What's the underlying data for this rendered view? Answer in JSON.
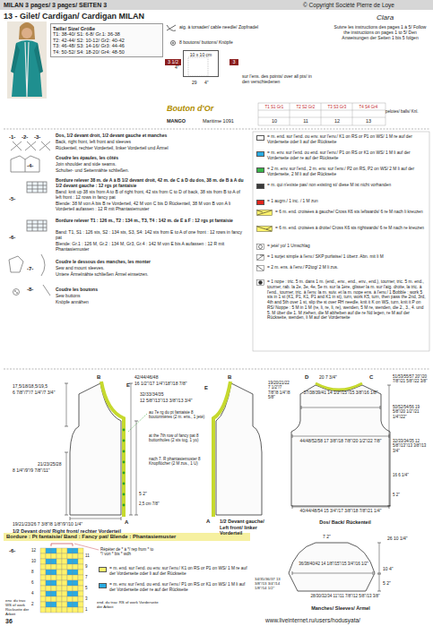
{
  "diagram": {
    "title": "13 - Gilet/ Cardigan/ Cardigan MILAN",
    "nodes": [
      {
        "text": [
          "Taille/ Size/ Größe",
          "T1: 38-40/ S1: 6-8/ Gr.1: 36-38",
          "T2: 42-44/ S2: 10-12/ Gr2: 40-42",
          "T3: 46-48/ S3: 14-16/ Gr3: 44-46",
          "T4: 50-52/ S4: 18-20/ Gr4: 48-50"
        ]
      },
      {
        "text": [
          "10 x 10 cm"
        ]
      },
      {
        "text": [
          "Bordure : Pt fantaisie/ Band : Fancy pat/ Blende : Phantasiemuster"
        ]
      }
    ],
    "labels": [
      "MILAN 3 pages/ 3 pages/ SEITEN 3",
      "© Copyright Société Pierre de Loye",
      "Clara",
      "Suivre les instructions des pages 1 à 5/ Follow the instructions on pages 1 to 5/ Den Anweisungen der Seiten 1 bis 5 folgen",
      "aig. à torsader/ cable needle/ Zopfnadel",
      "8 boutons/ buttons/ Knöpfe",
      "3 1/2",
      "3",
      "4\"",
      "29",
      "4\"",
      "sur l'ens. des points/ over all pts/ in den verschiedenen",
      "Bouton d'Or",
      "MANGO",
      "Maritime 1091",
      "T1 S1 Gr1",
      "T2 S2 Gr2",
      "T3 S3 Gr3",
      "T4 S4 Gr4",
      "pelotes/ balls/ Knl.",
      "10",
      "11",
      "12",
      "13",
      "-1-",
      "-2-",
      "-3-",
      "Dos, 1/2 devant droit, 1/2 devant gauche et manches",
      "Back, right front, left front and sleeves",
      "Rückenteil, rechter Vorderteil, linker Vorderteil und Ärmel",
      "-4-",
      "Coudre les épaules, les côtés",
      "Join shoulder and side seams.",
      "Schulter- und Seitennähte schließen.",
      "-5-",
      "Bordure relever 38 m. de A à B 1/2 devant droit, 42 m. de C à D du dos, 38 m. de B à A du 1/2 devant gauche : 12 rgs pt fantaisie",
      "Band: knit up 38 sts from A to B of right front, 42 sts from C to D of back, 38 sts from B to A of left front : 12 rows in fancy pat",
      "Blende: 38 M von A bis B re Vorderteil, 42 M von C bis D Rückenteil, 38 M von B von A li Vorderteil aufassen : 12 R mit Phantasiemuster",
      "-6-",
      "Bordure relever T1 : 126 m., T2 : 134 m., T3, T4 : 142 m. de E à F : 12 rgs pt fantaisie",
      "Band: T1, S1 : 126 sts, S2 : 134 sts, S3, S4: 142 sts from E to A of one front : 12 rows in fancy pat",
      "Blende: Gr.1 : 126 M, Gr.2 : 134 M, Gr3, Gr.4 : 142 M von E bis A aufassen : 12 R mit Phantasiemuster",
      "-7-",
      "Coudre le dessous des manches, les monter",
      "Sew and mount sleeves.",
      "Untere Ärmelnähte schließen Ärmel einsetzen.",
      "-8-",
      "Coudre les boutons",
      "Sew buttons",
      "Knöpfe annähen",
      "B",
      "E",
      "17,5/18/18,5/19,5",
      "6 7/8\"/7\"/7 1/4\"/7 3/4\"",
      "42/44/46/48",
      "16 1/2\"/17 1/4\"/18\"/18 7/8\"",
      "32/33/34/35",
      "12 5/8\"/13\"/13 3/8\"/13 3/4\"",
      "21/23/25/28",
      "8 1/4\"/9\"/9 7/8\"/11\"",
      "au 7e rg du pt fantaisie 8 boutonnières (2 m. ens., 1 jeté)",
      "at the 7th row of fancy pat 8 buttonholes (2 sts tog, 1 yo)",
      "nach 7. R phantasiemuster 8 Knopflöcher (2 M zus., 1 U)",
      "5 2\"",
      "2,5 cm 7/8\"",
      "19/21/23/26 7 3/8\"/8 1/8\"/9\"/10 1/4\"",
      "A",
      "1/2 Devant droit/ Right front/ rechter Vorderteil",
      "B",
      "E",
      "A",
      "1/2 Devant gauche/ Left front/ linker Vorderteil",
      "D",
      "C",
      "20 7 3/4\"",
      "19/20/21/22 7 1/2\"/7 7/8\"/8 1/4\"/8 5/8\"",
      "37/38/39/41 14 1/2\"/15\"/15 3/8\"/16 1/8\"",
      "51/53/55/57 20\"/20 7/8\"/21 5/8\"/22 3/8\"",
      "50/52/54/56 19 5/8\"/20 1/2\"/21 1/4\"/22\"",
      "44/48/52/58 17 3/8\"/18 7/8\"/20 1/2\"/22 7/8\"",
      "32/33/34/35 12 5/8\"/13\"/13 3/8\"/13 3/4\"",
      "16 6 1/4\"",
      "5 2\"",
      "40/44/48/54 15 3/4\"/17 3/8\"/18 7/8\"/21 1/4\"",
      "Dos/ Back/ Rückenteil",
      "-6-",
      "12",
      "11",
      "10",
      "9",
      "8",
      "7",
      "6",
      "5",
      "4",
      "3",
      "2",
      "1",
      "Répéter de * à */ rep from * to */ von * bis * wdh",
      "env. du trav. WS of work Rückseite der Arbeit",
      "end. du trav. RS of work Vorderseite der Arbeit",
      "7 2\"",
      "26 10 1/4\"",
      "36/38/40/42 14 1/8\"/15\"/15 3/4\"/16 1/2\"",
      "34/35/36/37 13 3/8\"/13 3/4\"/14 1/8\"/14 1/2\"",
      "10 4\"",
      "5 2\"",
      "28/30/32/34 11\"/11 7/8\"/12 5/8\"/13 3/8\"",
      "Manches/ Sleeves/ Ärmel",
      "36",
      "www.liveinternet.ru/users/hodusyata/"
    ],
    "legend": [
      {
        "text": "= m. end. sur l'end. ou env. sur l'env./ K1 on RS or P1 on WS/ 1 M re auf der Vorderseite oder li auf der Rückseite",
        "color": "#ffffff"
      },
      {
        "text": "= m. env. sur l'end. ou end. sur l'env./ P1 on RS or K1 on WS/ 1 M li auf der Vorderseite oder re auf der Rückseite",
        "color": "#29abe2"
      },
      {
        "text": "= 2 m. env. sur l'end., 2 m. env. sur l'env./ P2 on RS, P2 on WS/ 2 M li auf der Vorderseite, 2 M li auf der Rückseite",
        "color": "#39b54a"
      },
      {
        "text": "= m. qui n'existe pas/ non existing st/ diese M ist nicht vorhanden",
        "color": "#3a3a3a"
      },
      {
        "text": "= 1 augm./ 1 inc. / 1 M zun",
        "color": "#e2231a"
      },
      {
        "text": "= 6 m. end. croisées à gauche/ Cross K6 sts leftwards/ 6 re M nach li kreuzen"
      },
      {
        "text": "= 6 m. end. croisées à droite/ Cross K6 sts rightwards/ 6 re M nach re kreuzen"
      },
      {
        "text": "= jeté/ yo/ 1 Umschlag"
      },
      {
        "text": "= 1 surjet simple à l'env./ SKP purlwise/ 1 überz. Abn. mit li M"
      },
      {
        "text": "= 2 m. ens. à l'env./ P2tog/ 2 M li zus."
      },
      {
        "text": "= 1 nope : tric. 5 m. dans 1 m. (end., env., end., env., end.), tourner, tric. 5 m. end., tourner, rab. la 2e, 3e, 4e, 5e m. sur la 1ère, glisser la m. sur l'aig. droite, la tric. à l'end., tourner, tric. à l'env. la m. suiv. et la m. nope ens. à l'env./ 1 Bobble : work 5 sts in 1 st (K1, P1, K1, P1 and K1 in st), turn, work K5, turn, then pass the 2nd, 3rd, 4th and 5th over 1 st, slip the st over RH needle, knit it K on WS, turn, knit it P on RS/ Noppe : 5 M in 1 M (re, li, re, li, re), wenden, 5 M re, wenden, die 2., 3., 4. und 5. M über die 1. M ziehen, die M abheben auf die re Nd legen, re M auf der Rückseite, wenden, li M auf der Vorderseite"
      },
      {
        "text": "= m. end. sur l'end. ou env. sur l'env./ K1 on RS or P1 on WS/ 1 M re auf der Vorderseite oder li auf der Rückseite",
        "color": "#fff36b"
      },
      {
        "text": "= m. env. sur l'end. ou end. sur l'env./ P1 on RS or K1 on WS/ 1 M li auf der Vorderseite oder re auf der Rückseite",
        "color": "#29abe2"
      }
    ]
  }
}
